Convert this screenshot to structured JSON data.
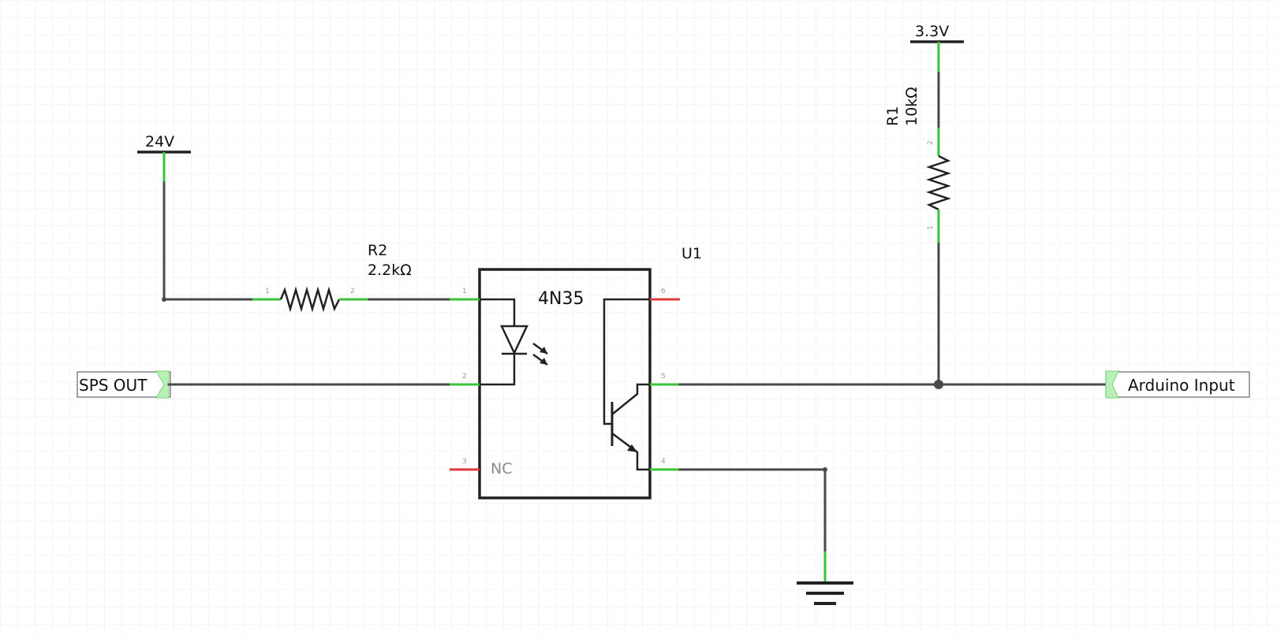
{
  "power": {
    "v24": "24V",
    "v33": "3.3V"
  },
  "resistors": {
    "r1": {
      "name": "R1",
      "value": "10kΩ",
      "pin1": "1",
      "pin2": "2"
    },
    "r2": {
      "name": "R2",
      "value": "2.2kΩ",
      "pin1": "1",
      "pin2": "2"
    }
  },
  "optocoupler": {
    "ref": "U1",
    "part": "4N35",
    "nc_label": "NC",
    "pins": [
      "1",
      "2",
      "3",
      "4",
      "5",
      "6"
    ]
  },
  "ports": {
    "input": "SPS OUT",
    "output": "Arduino Input"
  },
  "colors": {
    "connected_pin": "#3ac43a",
    "unconnected_pin": "#e03a3a",
    "wire": "#4a4a4a",
    "port_fill": "#b8f0b8"
  }
}
